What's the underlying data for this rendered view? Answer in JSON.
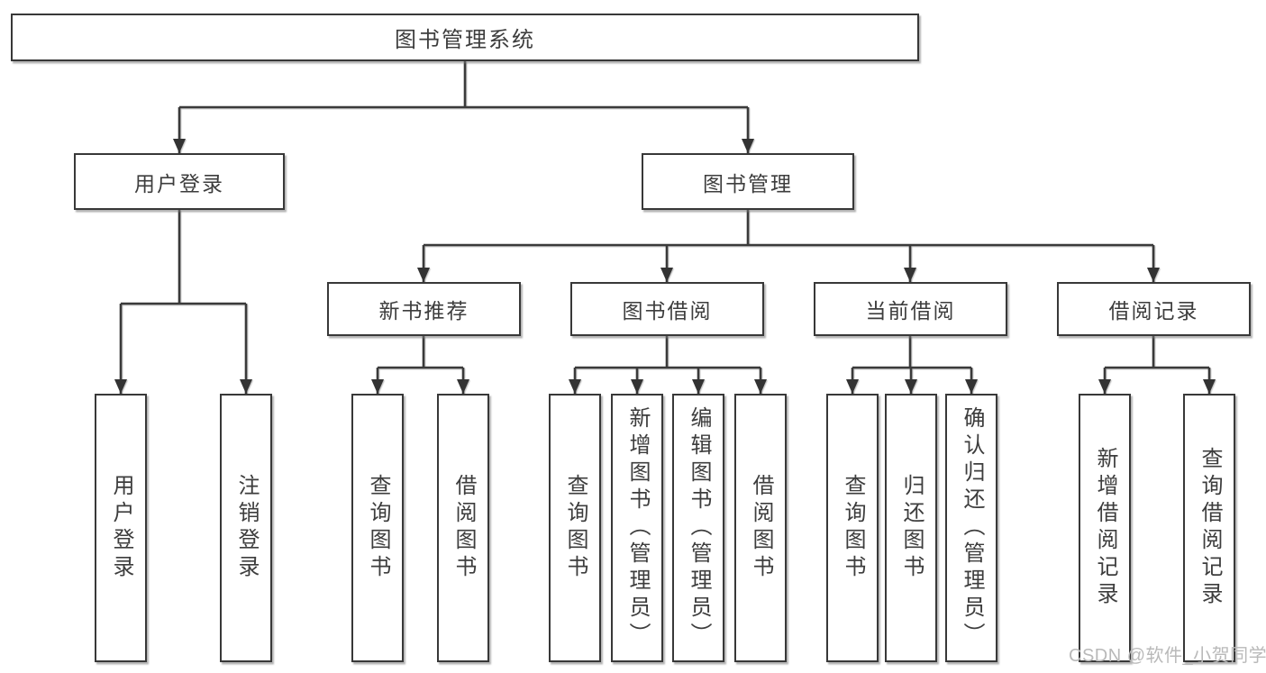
{
  "tree": {
    "root": "图书管理系统",
    "children": [
      {
        "label": "用户登录",
        "children": [
          {
            "label": "用户登录"
          },
          {
            "label": "注销登录"
          }
        ]
      },
      {
        "label": "图书管理",
        "children": [
          {
            "label": "新书推荐",
            "children": [
              {
                "label": "查询图书"
              },
              {
                "label": "借阅图书"
              }
            ]
          },
          {
            "label": "图书借阅",
            "children": [
              {
                "label": "查询图书"
              },
              {
                "label": "新增图书（管理员）"
              },
              {
                "label": "编辑图书（管理员）"
              },
              {
                "label": "借阅图书"
              }
            ]
          },
          {
            "label": "当前借阅",
            "children": [
              {
                "label": "查询图书"
              },
              {
                "label": "归还图书"
              },
              {
                "label": "确认归还（管理员）"
              }
            ]
          },
          {
            "label": "借阅记录",
            "children": [
              {
                "label": "新增借阅记录"
              },
              {
                "label": "查询借阅记录"
              }
            ]
          }
        ]
      }
    ]
  },
  "watermark": "CSDN @软件_小贺同学",
  "colors": {
    "line": "#3a3a3a",
    "box_border": "#383838",
    "text": "#3d3d3d",
    "background": "#ffffff",
    "watermark_text": "#b9b9b9"
  }
}
